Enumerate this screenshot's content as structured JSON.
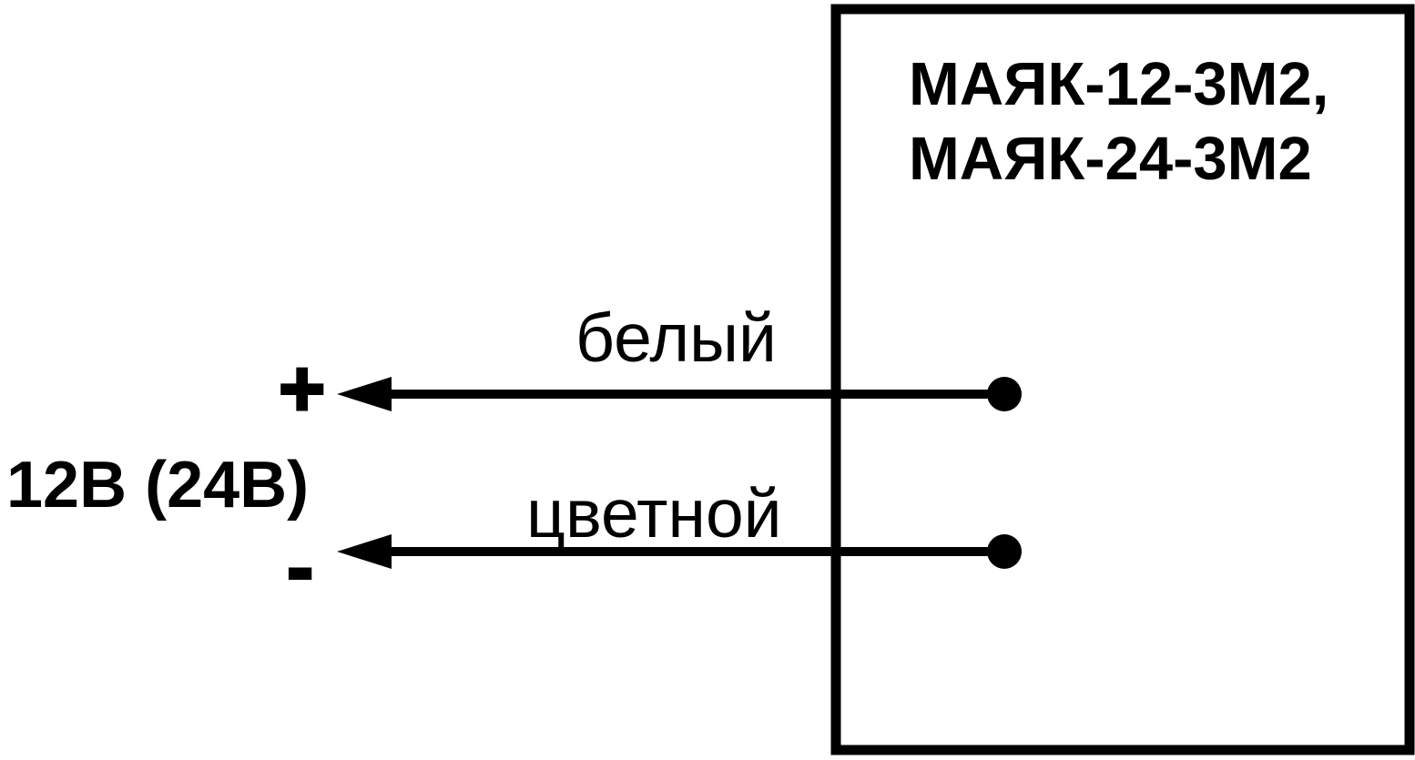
{
  "device": {
    "title_line1": "МАЯК-12-3М2,",
    "title_line2": "МАЯК-24-3М2"
  },
  "power_source": {
    "label": "12В (24В)",
    "positive_symbol": "+",
    "negative_symbol": "-"
  },
  "wires": [
    {
      "label": "белый",
      "polarity": "+"
    },
    {
      "label": "цветной",
      "polarity": "-"
    }
  ],
  "colors": {
    "line": "#000000",
    "text": "#000000",
    "background": "#ffffff"
  }
}
